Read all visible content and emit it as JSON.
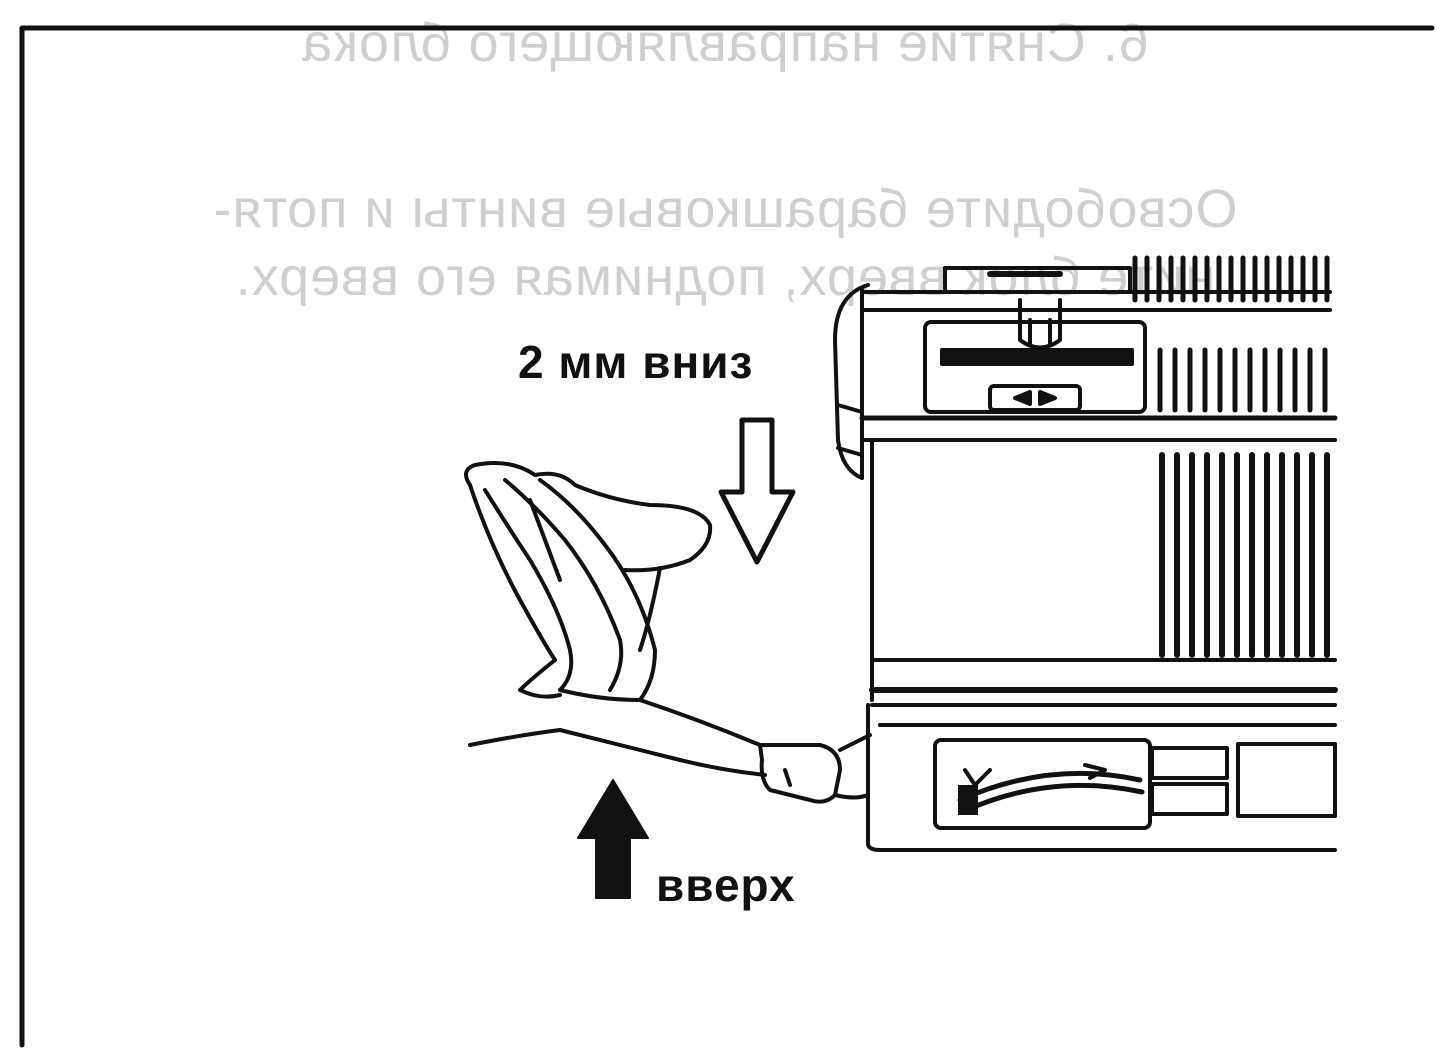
{
  "labels": {
    "down": "2 мм вниз",
    "up": "вверх"
  },
  "bleed_through": {
    "line1": "6. Снятие направляющего блока",
    "line2": "Освободите барашковые винты и потя-",
    "line3": "ните блок вверх, поднимая его вверх."
  },
  "colors": {
    "ink": "#111111",
    "bleed": "#cfcfcf",
    "paper": "#ffffff"
  },
  "icons": [
    "arrow-down-outline-icon",
    "arrow-up-solid-icon",
    "hand-icon",
    "machine-icon"
  ]
}
